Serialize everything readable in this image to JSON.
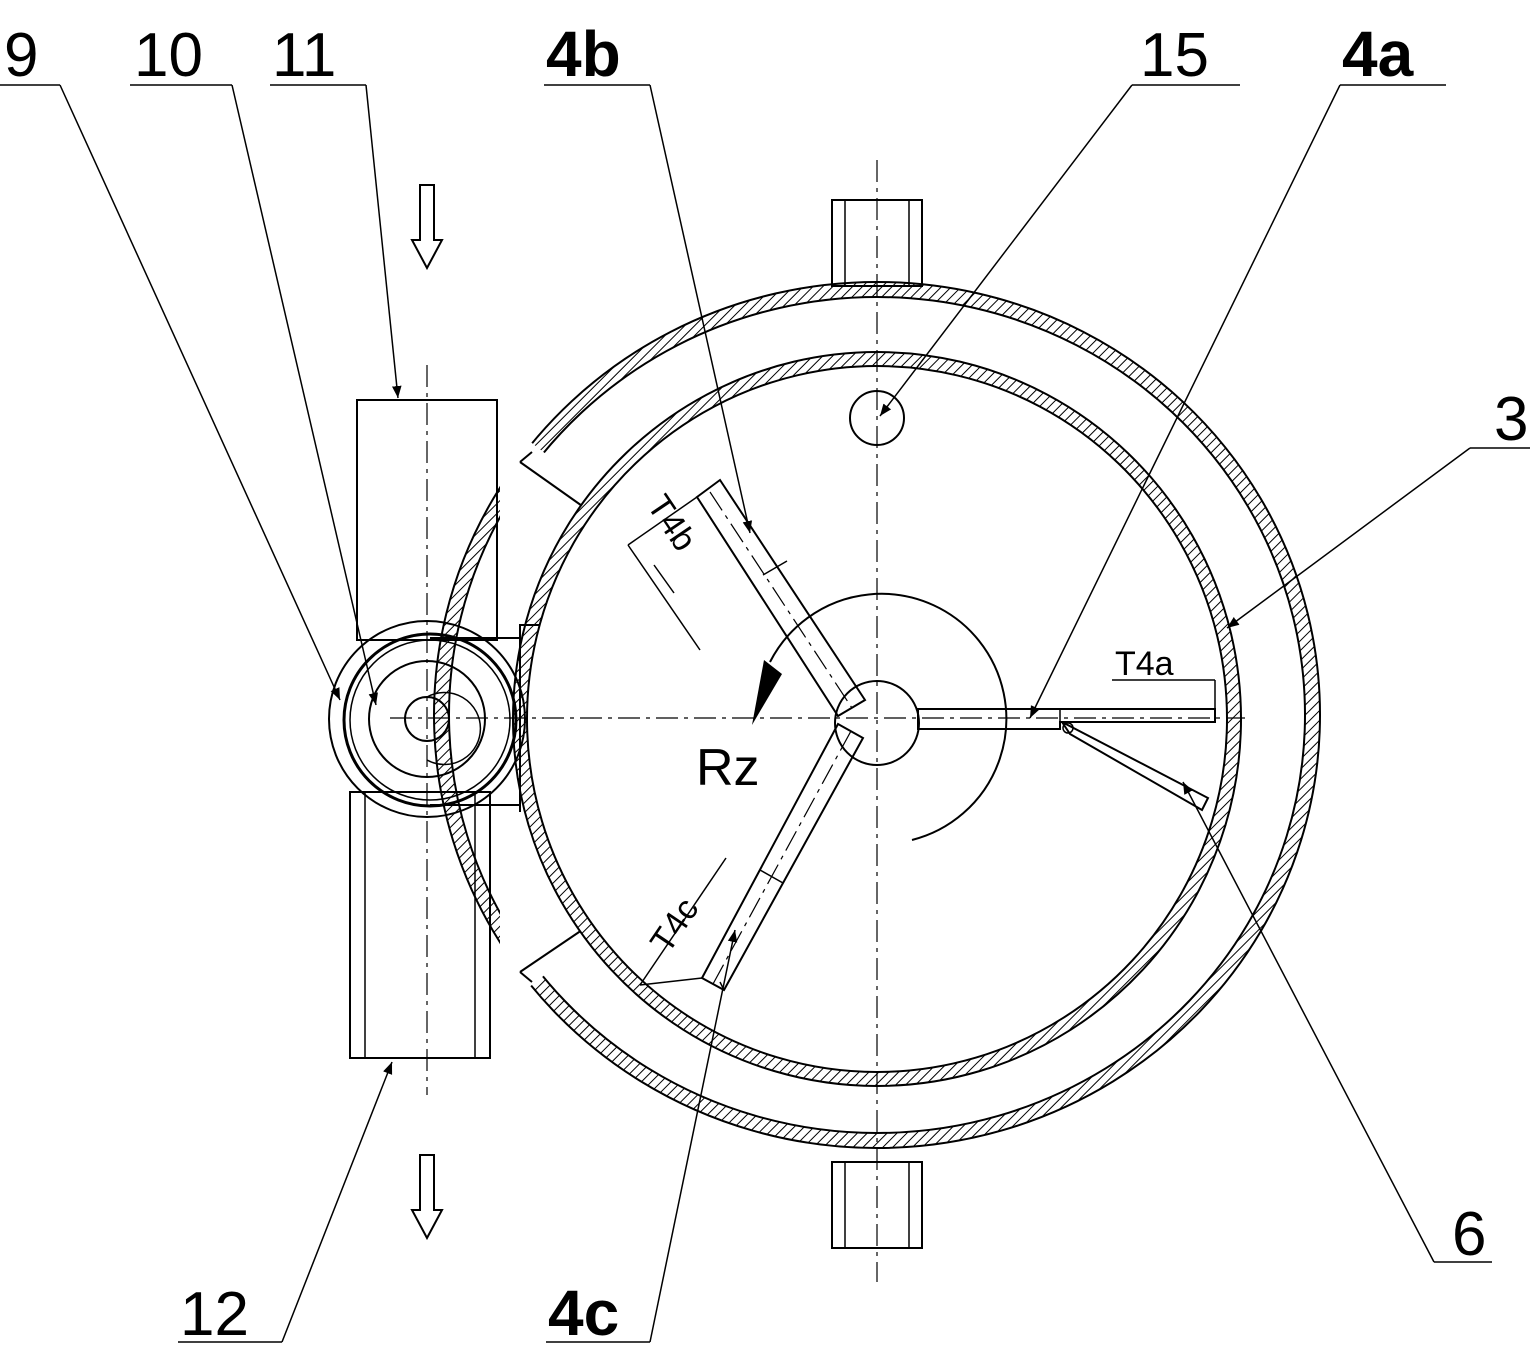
{
  "figure": {
    "part_labels": [
      {
        "id": "9",
        "text": "9"
      },
      {
        "id": "10",
        "text": "10"
      },
      {
        "id": "11",
        "text": "11"
      },
      {
        "id": "4b",
        "text": "4b"
      },
      {
        "id": "15",
        "text": "15"
      },
      {
        "id": "4a",
        "text": "4a"
      },
      {
        "id": "3",
        "text": "3"
      },
      {
        "id": "6",
        "text": "6"
      },
      {
        "id": "4c",
        "text": "4c"
      },
      {
        "id": "12",
        "text": "12"
      }
    ],
    "dimension_labels": {
      "t4a": "T4a",
      "t4b": "T4b",
      "t4c": "T4c"
    },
    "rotation_label": "Rz"
  }
}
